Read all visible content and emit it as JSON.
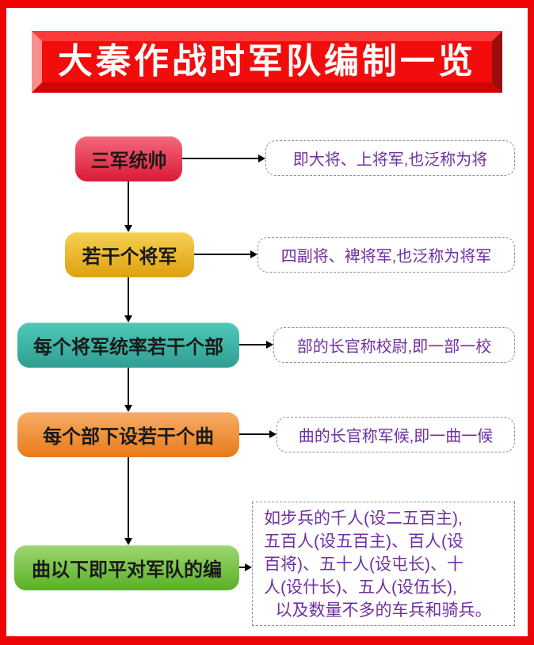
{
  "page": {
    "background_color": "#ffffff",
    "frame_color": "#ee0404"
  },
  "banner": {
    "title": "大秦作战时军队编制一览",
    "face_color": "#f20c0c",
    "text_color": "#ffffff"
  },
  "flow": {
    "arrow_color": "#000000",
    "note_text_color": "#7030a0",
    "rows": [
      {
        "node": {
          "label": "三军统帅",
          "gradient": [
            "#f26a7d",
            "#dc1836"
          ]
        },
        "note": {
          "text": "即大将、上将军,也泛称为将"
        }
      },
      {
        "node": {
          "label": "若干个将军",
          "gradient": [
            "#f5d154",
            "#dfa00e"
          ]
        },
        "note": {
          "text": "四副将、裨将军,也泛称为将军"
        }
      },
      {
        "node": {
          "label": "每个将军统率若干个部",
          "gradient": [
            "#4ec9b7",
            "#2f9e92"
          ]
        },
        "note": {
          "text": "部的长官称校尉,即一部一校"
        }
      },
      {
        "node": {
          "label": "每个部下设若干个曲",
          "gradient": [
            "#f6ad68",
            "#e87a19"
          ]
        },
        "note": {
          "text": "曲的长官称军候,即一曲一候"
        }
      },
      {
        "node": {
          "label": "曲以下即平对军队的编",
          "gradient": [
            "#9fd671",
            "#58b026"
          ]
        },
        "note": {
          "lines": [
            "如步兵的千人(设二五百主),",
            "五百人(设五百主)、百人(设",
            "百将)、五十人(设屯长)、十",
            "人(设什长)、五人(设伍长),",
            "以及数量不多的车兵和骑兵。"
          ]
        }
      }
    ]
  }
}
